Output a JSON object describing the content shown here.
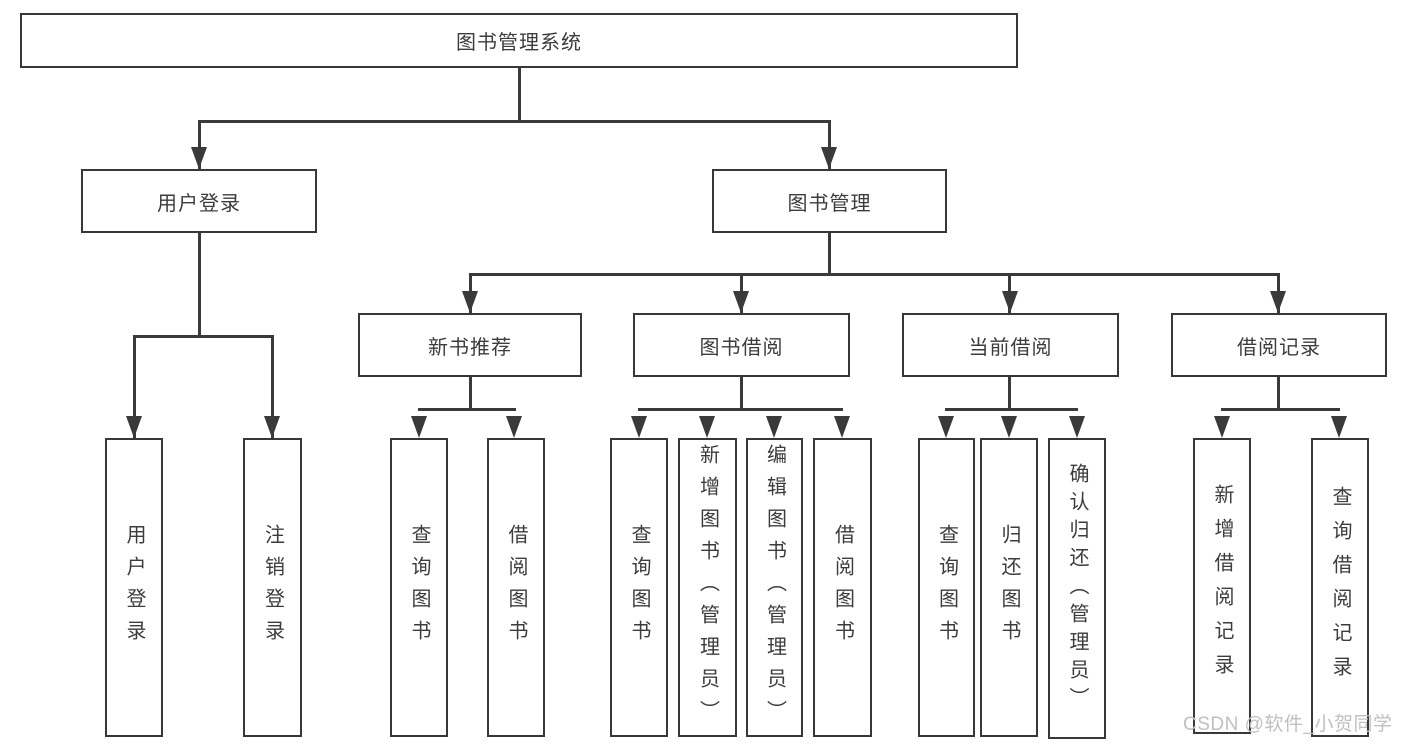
{
  "tree": {
    "label": "图书管理系统",
    "children": [
      {
        "label": "用户登录",
        "children": [
          {
            "label": "用户登录"
          },
          {
            "label": "注销登录"
          }
        ]
      },
      {
        "label": "图书管理",
        "children": [
          {
            "label": "新书推荐",
            "children": [
              {
                "label": "查询图书"
              },
              {
                "label": "借阅图书"
              }
            ]
          },
          {
            "label": "图书借阅",
            "children": [
              {
                "label": "查询图书"
              },
              {
                "label": "新增图书（管理员）"
              },
              {
                "label": "编辑图书（管理员）"
              },
              {
                "label": "借阅图书"
              }
            ]
          },
          {
            "label": "当前借阅",
            "children": [
              {
                "label": "查询图书"
              },
              {
                "label": "归还图书"
              },
              {
                "label": "确认归还（管理员）"
              }
            ]
          },
          {
            "label": "借阅记录",
            "children": [
              {
                "label": "新增借阅记录"
              },
              {
                "label": "查询借阅记录"
              }
            ]
          }
        ]
      }
    ]
  },
  "watermark": "CSDN @软件_小贺同学",
  "colors": {
    "line": "#3a3a3a",
    "border": "#383838",
    "text": "#3c3c3c",
    "watermark": "#c0c0c0",
    "background": "#ffffff"
  }
}
